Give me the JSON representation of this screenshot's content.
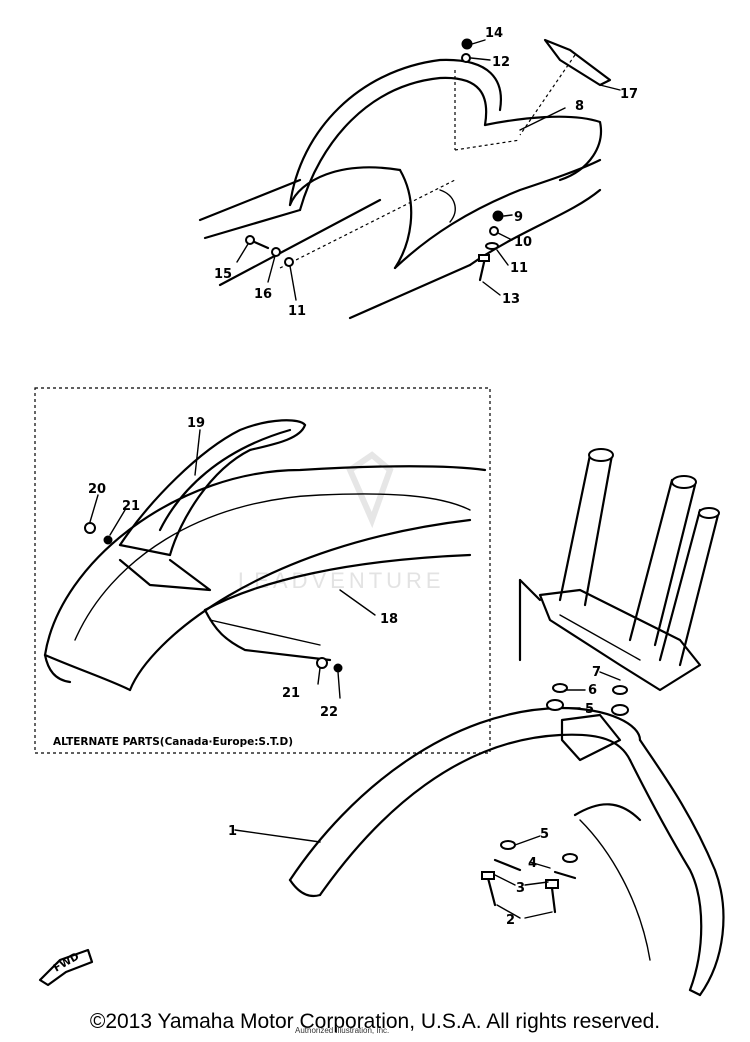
{
  "callouts": {
    "c14": "14",
    "c12": "12",
    "c17": "17",
    "c8": "8",
    "c9": "9",
    "c10": "10",
    "c11a": "11",
    "c13": "13",
    "c15": "15",
    "c16": "16",
    "c11b": "11",
    "c19": "19",
    "c20": "20",
    "c21a": "21",
    "c18": "18",
    "c21b": "21",
    "c22": "22",
    "c7": "7",
    "c6": "6",
    "c5a": "5",
    "c1": "1",
    "c5b": "5",
    "c4": "4",
    "c3": "3",
    "c2": "2"
  },
  "alternate_label": "ALTERNATE PARTS(Canada·Europe:S.T.D)",
  "watermark": "LEADVENTURE",
  "fwd_label": "FWD",
  "copyright": "©2013 Yamaha Motor Corporation, U.S.A. All rights reserved.",
  "credit": "Authorized Illustration, Inc."
}
